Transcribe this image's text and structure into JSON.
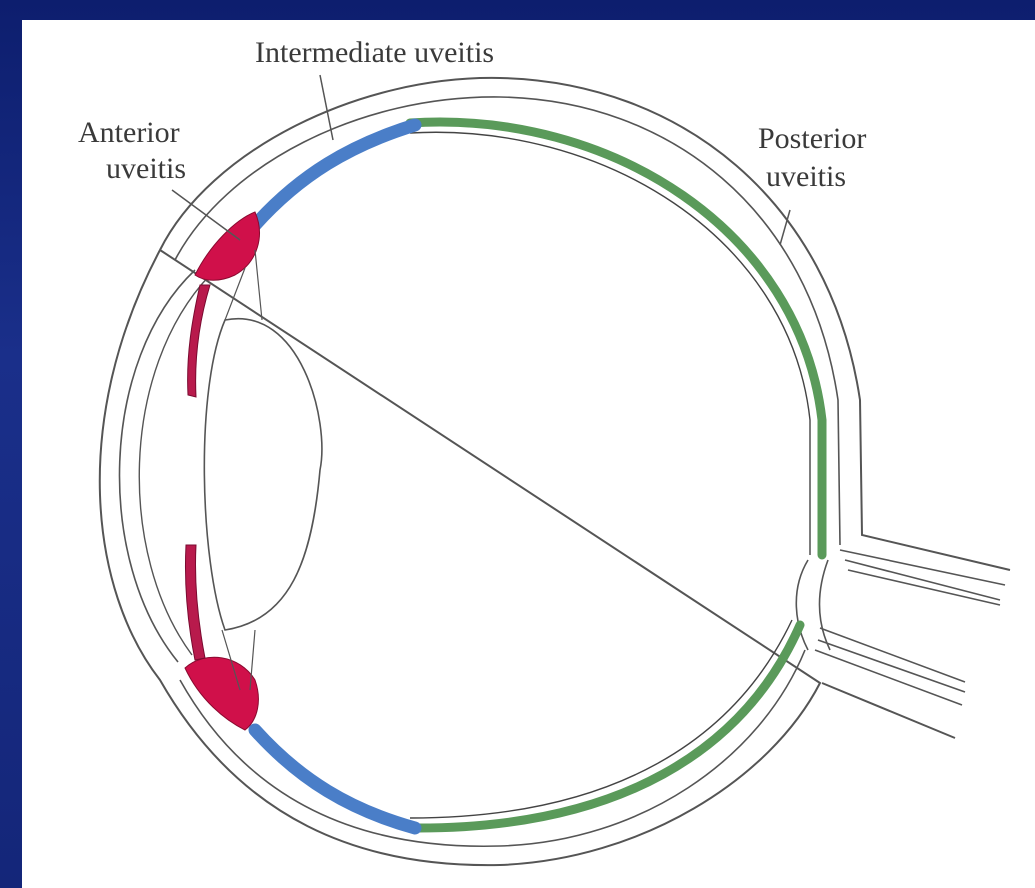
{
  "labels": {
    "intermediate": "Intermediate uveitis",
    "anterior_line1": "Anterior",
    "anterior_line2": "uveitis",
    "posterior_line1": "Posterior",
    "posterior_line2": "uveitis"
  },
  "colors": {
    "anterior": "#d0104a",
    "intermediate": "#4a7ec8",
    "posterior": "#5a9a5a",
    "outline": "#444444",
    "background": "#13247a"
  }
}
